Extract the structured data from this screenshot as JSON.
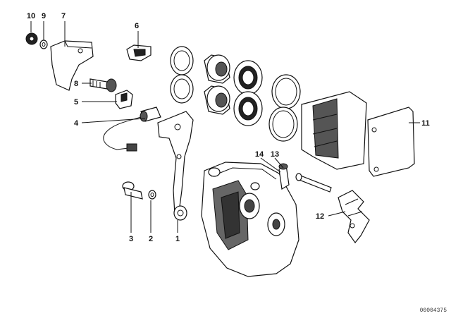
{
  "figure": {
    "document_id": "00004375"
  },
  "callouts": [
    {
      "id": "c1",
      "label": "1"
    },
    {
      "id": "c2",
      "label": "2"
    },
    {
      "id": "c3",
      "label": "3"
    },
    {
      "id": "c4",
      "label": "4"
    },
    {
      "id": "c5",
      "label": "5"
    },
    {
      "id": "c6",
      "label": "6"
    },
    {
      "id": "c7",
      "label": "7"
    },
    {
      "id": "c8",
      "label": "8"
    },
    {
      "id": "c9",
      "label": "9"
    },
    {
      "id": "c10",
      "label": "10"
    },
    {
      "id": "c11",
      "label": "11"
    },
    {
      "id": "c12",
      "label": "12"
    },
    {
      "id": "c13",
      "label": "13"
    },
    {
      "id": "c14",
      "label": "14"
    }
  ]
}
